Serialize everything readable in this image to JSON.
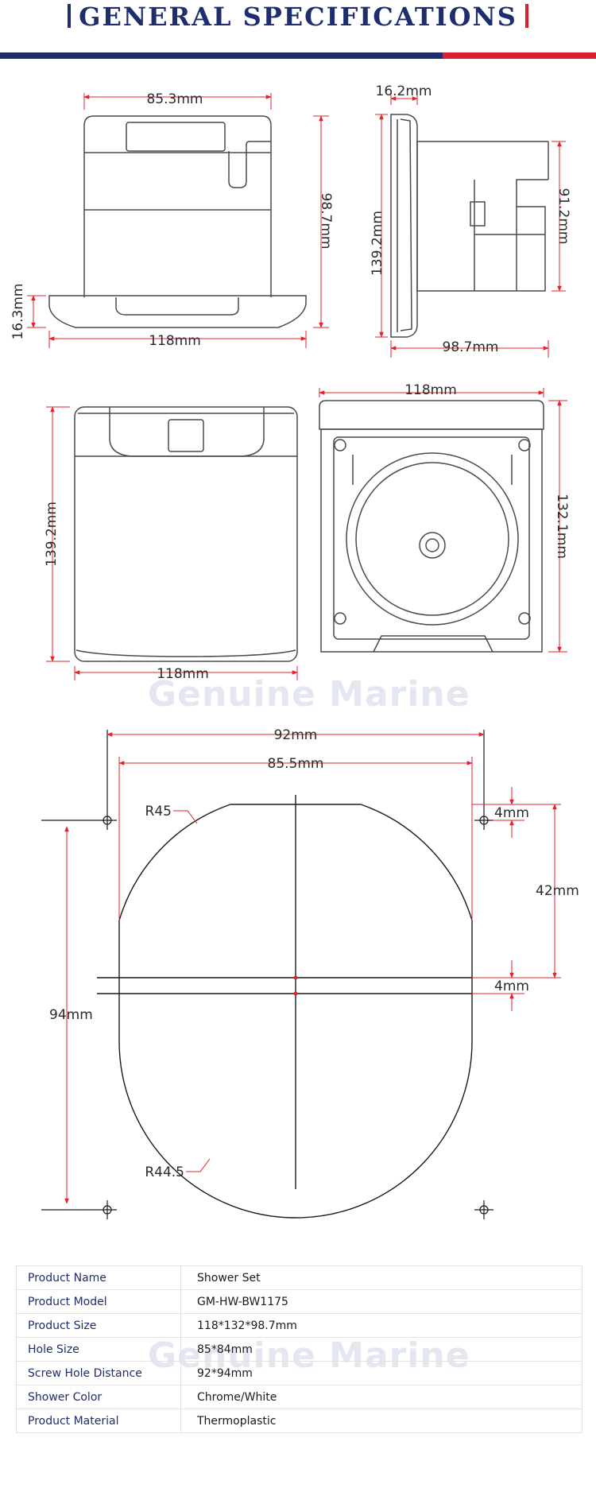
{
  "header": {
    "title": "GENERAL SPECIFICATIONS"
  },
  "colors": {
    "navy": "#1e2d6e",
    "red": "#d4232f",
    "dimension_line": "#e52128",
    "outline": "#4a4a4a"
  },
  "top_view": {
    "width": "85.3mm",
    "height": "98.7mm",
    "flange_width": "118mm",
    "flange_depth": "16.3mm"
  },
  "side_view": {
    "top_depth": "16.2mm",
    "height": "139.2mm",
    "body_height": "91.2mm",
    "depth": "98.7mm"
  },
  "front_view": {
    "height": "139.2mm",
    "width": "118mm"
  },
  "rear_view": {
    "width": "118mm",
    "height": "132.1mm"
  },
  "cutout": {
    "screw_spacing": "92mm",
    "hole_width": "85.5mm",
    "top_radius": "R45",
    "bottom_radius": "R44.5",
    "offset_top": "4mm",
    "offset_mid": "4mm",
    "mid_height": "42mm",
    "screw_vertical": "94mm"
  },
  "watermark": "Genuine Marine",
  "specs": [
    {
      "label": "Product Name",
      "value": "Shower Set"
    },
    {
      "label": "Product Model",
      "value": "GM-HW-BW1175"
    },
    {
      "label": "Product Size",
      "value": "118*132*98.7mm"
    },
    {
      "label": "Hole Size",
      "value": "85*84mm"
    },
    {
      "label": "Screw Hole Distance",
      "value": "92*94mm"
    },
    {
      "label": "Shower Color",
      "value": "Chrome/White"
    },
    {
      "label": "Product Material",
      "value": "Thermoplastic"
    }
  ]
}
